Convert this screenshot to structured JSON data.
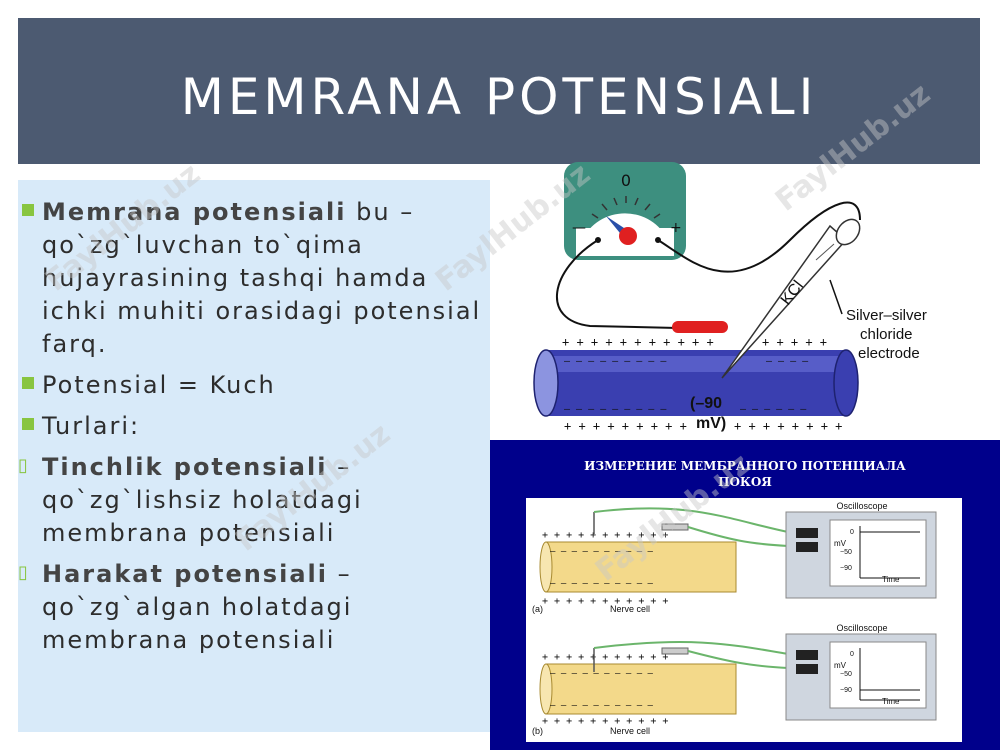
{
  "slide": {
    "title": "MEMRANA POTENSIALI"
  },
  "bullets": [
    {
      "bold": "Memrana potensiali",
      "rest": " bu – qo`zg`luvchan to`qima hujayrasining tashqi hamda ichki muhiti orasidagi potensial farq.",
      "marker": "square"
    },
    {
      "bold": "",
      "rest": "Potensial = Kuch",
      "marker": "square"
    },
    {
      "bold": "",
      "rest": "Turlari:",
      "marker": "square"
    },
    {
      "bold": "Tinchlik potensiali",
      "rest": " – qo`zg`lishsiz holatdagi membrana potensiali",
      "marker": "arrow"
    },
    {
      "bold": "Harakat potensiali",
      "rest": " – qo`zg`algan holatdagi membrana potensiali",
      "marker": "arrow"
    }
  ],
  "figure1": {
    "meter_zero": "0",
    "meter_minus": "—",
    "meter_plus": "+",
    "kcl_label": "KCl",
    "electrode_label_1": "Silver–silver",
    "electrode_label_2": "chloride",
    "electrode_label_3": "electrode",
    "voltage_1": "(–90",
    "voltage_2": "mV)",
    "plus_top_left": "+ + + + + + + + + + +",
    "plus_top_right": "+ + + + +",
    "minus_top_left": "— — — — — — — — —",
    "minus_top_right": "— — — —",
    "minus_bottom_left": "— — — — — — — — —",
    "minus_bottom_right": "— — — — — —",
    "plus_bottom_left": "+ + + + + + + + +",
    "plus_bottom_right": "+ + + + + + + +"
  },
  "figure2": {
    "heading_1": "ИЗМЕРЕНИЕ МЕМБРАННОГО ПОТЕНЦИАЛА",
    "heading_2": "ПОКОЯ",
    "oscilloscope_a": "Oscilloscope",
    "oscilloscope_b": "Oscilloscope",
    "mv_a": "mV",
    "mv_b": "mV",
    "tick0_a": "0",
    "tick50_a": "−50",
    "tick90_a": "−90",
    "tick0_b": "0",
    "tick50_b": "−50",
    "tick90_b": "−90",
    "time_a": "Time",
    "time_b": "Time",
    "nerve_a": "Nerve cell",
    "nerve_b": "Nerve cell",
    "label_a": "(a)",
    "label_b": "(b)",
    "plus_row": "+ + + + + + + + + + +",
    "minus_row": "— — — — — — — — — —"
  },
  "watermarks": [
    "FaylHub.uz",
    "FaylHub.uz",
    "FaylHub.uz",
    "FaylHub.uz",
    "FaylHub.uz"
  ],
  "colors": {
    "title_bg": "#4c5a71",
    "panel_bg": "#d8eaf9",
    "bullet_green": "#88c540",
    "fig2_bg": "#00008b"
  }
}
